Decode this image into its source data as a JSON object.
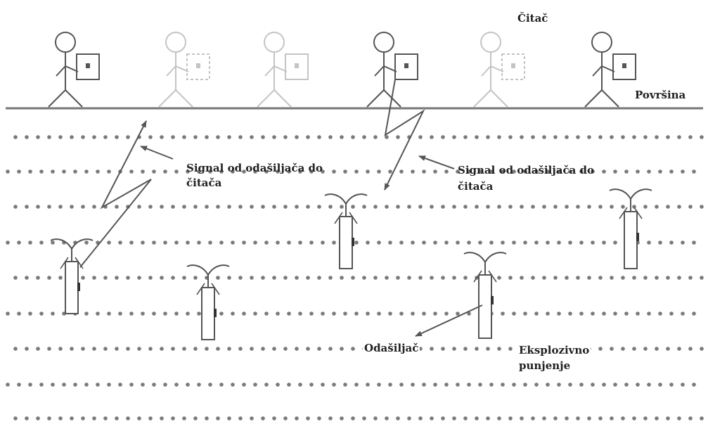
{
  "labels": {
    "reader": "Čitač",
    "surface": "Površina",
    "signal_left_line1": "Signal od odašiljača do",
    "signal_left_line2": "čitača",
    "signal_right_line1": "Signal od odašiljača do",
    "signal_right_line2": "čitača",
    "transmitter": "Odašiljač",
    "explosive_line1": "Eksplozivno",
    "explosive_line2": "punjenje"
  },
  "icons": {
    "reader_figure": "stick-figure-with-reader-device",
    "transmitter": "transmitter-with-antenna",
    "signal": "zigzag-signal-arrow"
  },
  "colors": {
    "ink": "#555555",
    "faded": "#c4c4c4",
    "dots": "#7a7a7a",
    "text": "#222222"
  }
}
